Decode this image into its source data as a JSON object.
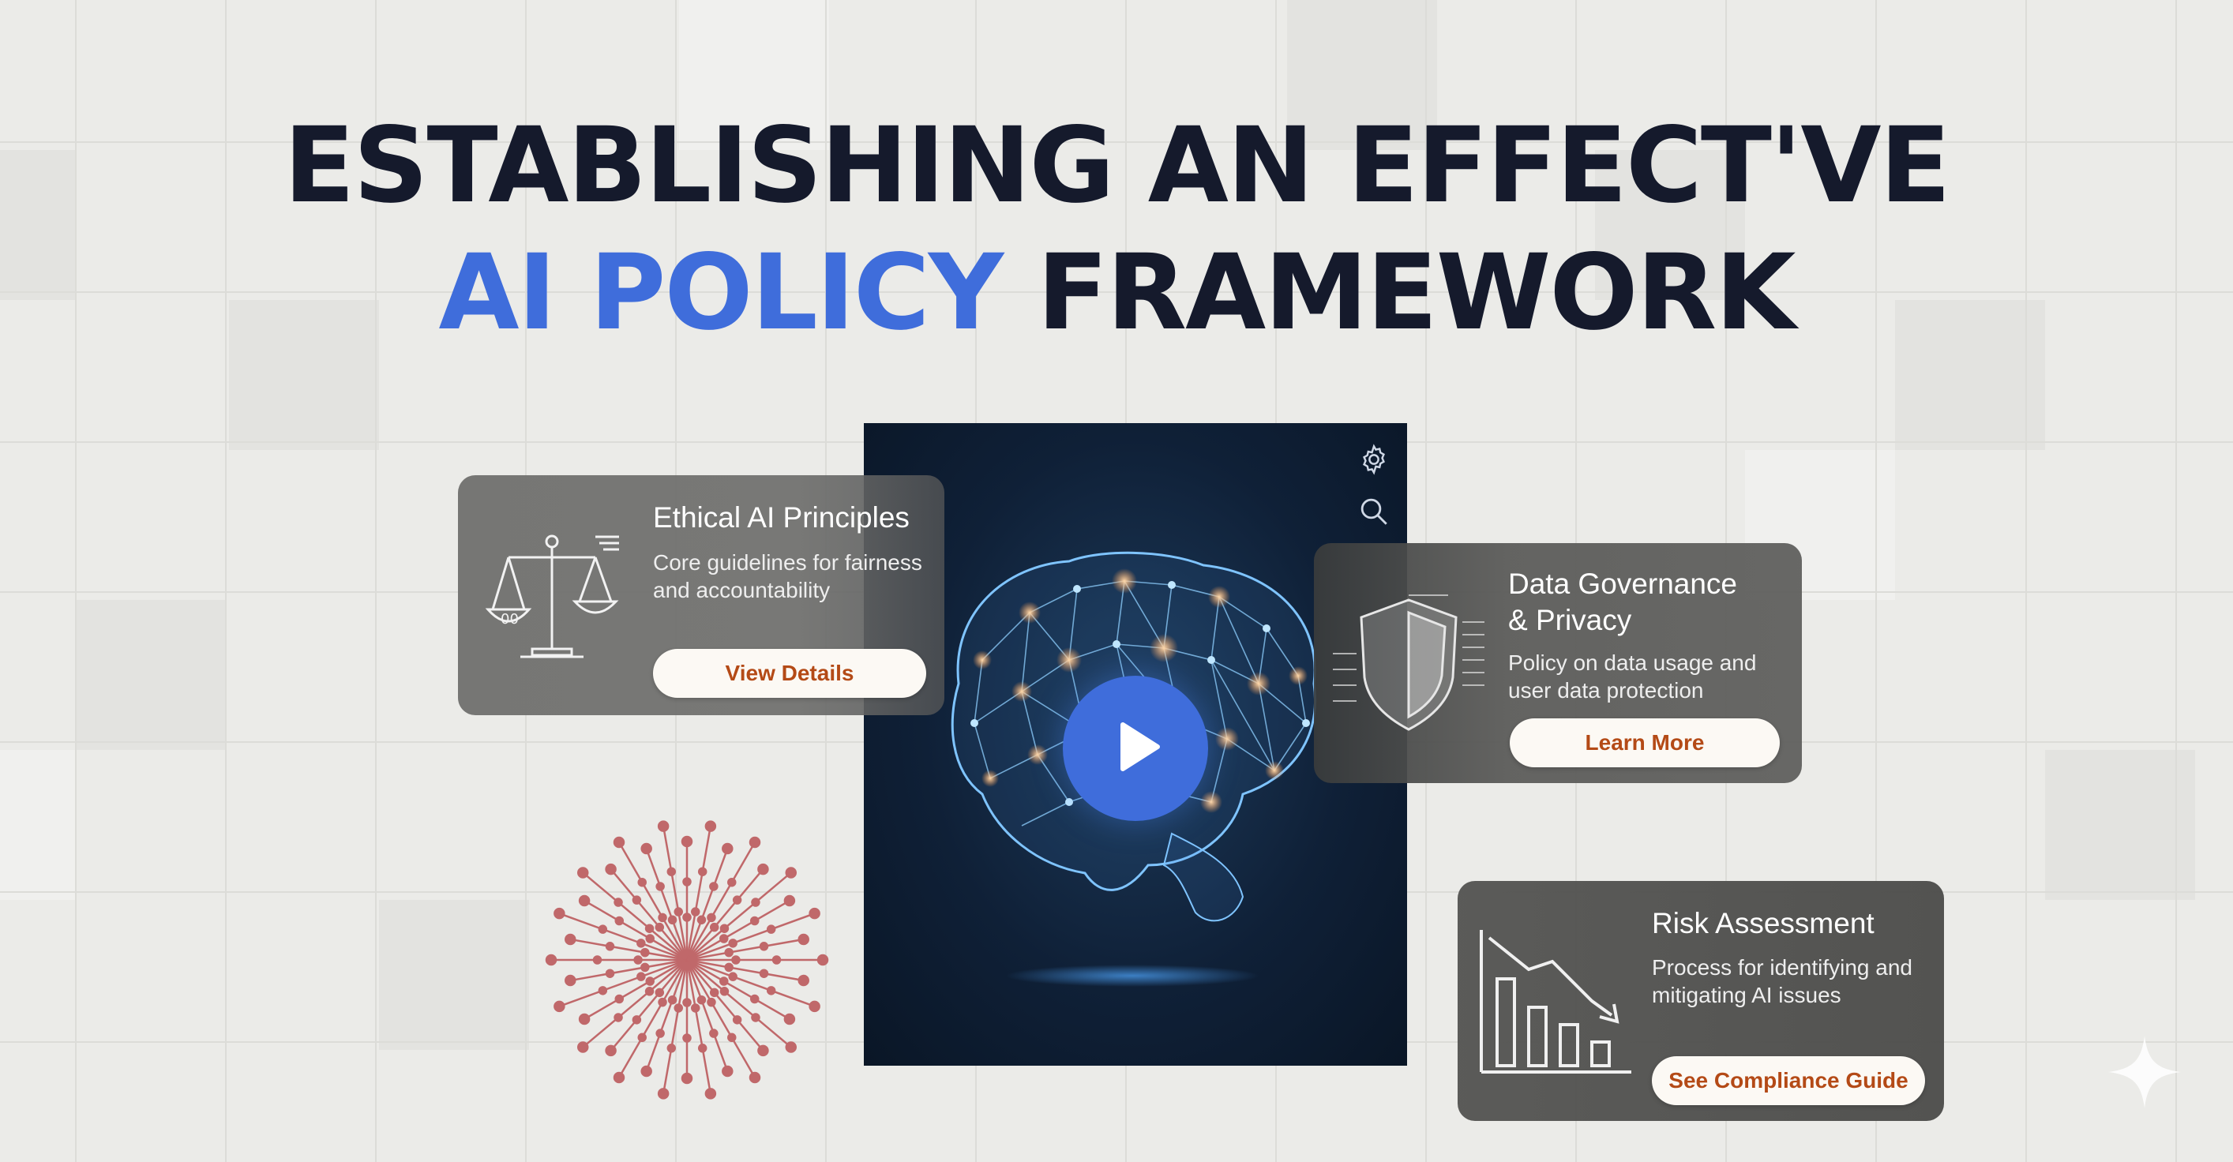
{
  "title": {
    "line1": "ESTABLISHING AN EFFECT'VE",
    "line2_accent": "AI POLICY",
    "line2_rest": " FRAMEWORK"
  },
  "video": {
    "settings_icon": "gear-icon",
    "search_icon": "search-icon",
    "play_icon": "play-icon"
  },
  "cards": {
    "ethics": {
      "title": "Ethical AI Principles",
      "desc_line1": "Core guidelines for fairness",
      "desc_line2": "and accountability",
      "button": "View Details",
      "icon": "scales-of-justice-icon"
    },
    "data": {
      "title_line1": "Data Governance",
      "title_line2": "& Privacy",
      "desc_line1": "Policy on data usage and",
      "desc_line2": "user data protection",
      "button": "Learn More",
      "icon": "shield-icon"
    },
    "risk": {
      "title": "Risk Assessment",
      "desc_line1": "Process for identifying and",
      "desc_line2": "mitigating AI issues",
      "button": "See Compliance Guide",
      "icon": "declining-chart-icon"
    }
  },
  "colors": {
    "background": "#ebebe8",
    "title_dark": "#151a2c",
    "accent_blue": "#3f6ddb",
    "button_text": "#b44a16",
    "burst": "#c0686a"
  }
}
